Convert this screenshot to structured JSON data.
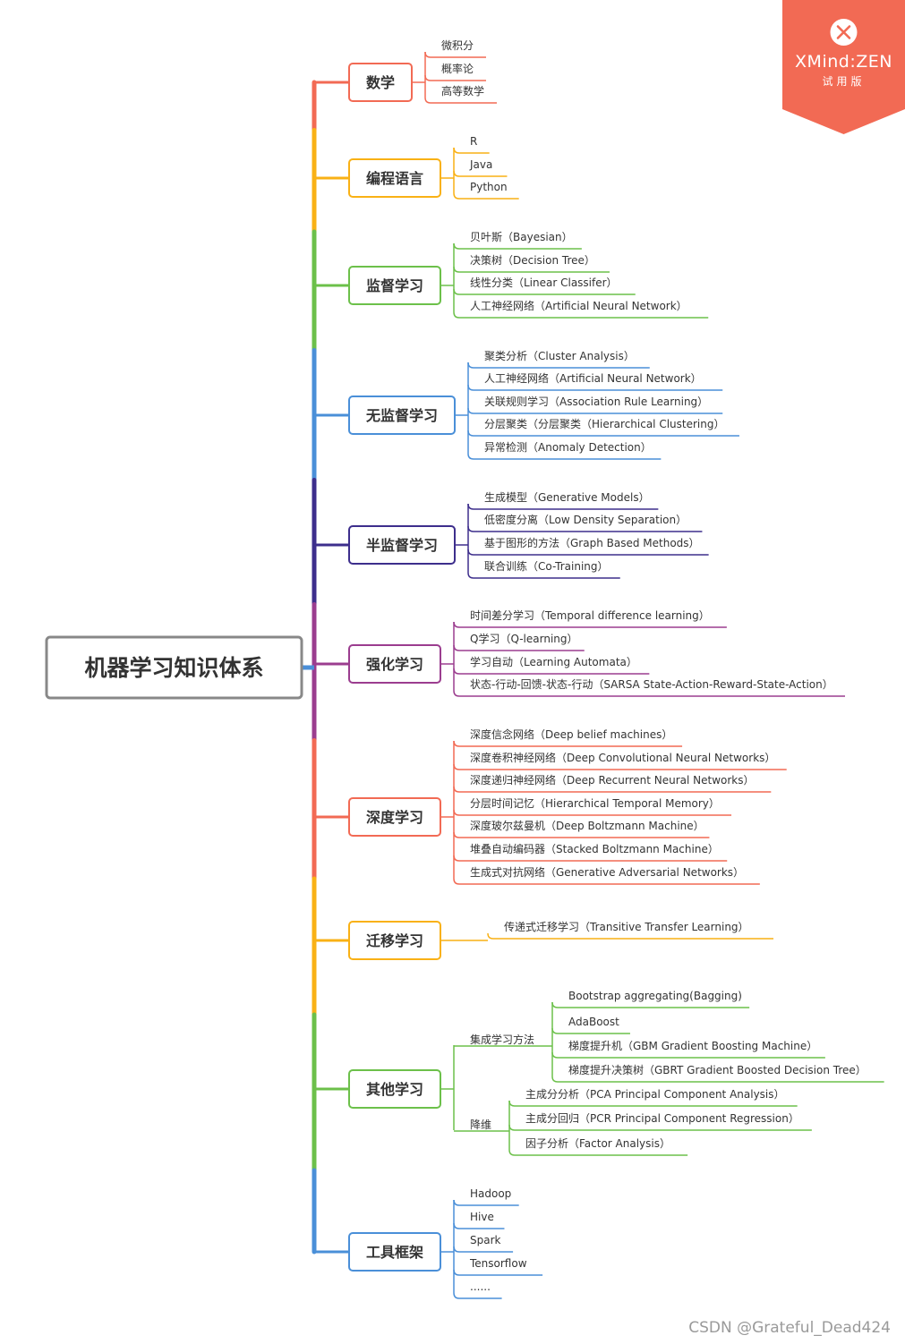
{
  "root": {
    "label": "机器学习知识体系",
    "color": "#888888"
  },
  "branches": [
    {
      "label": "数学",
      "color": "#F26A54",
      "children": [
        "微积分",
        "概率论",
        "高等数学"
      ]
    },
    {
      "label": "编程语言",
      "color": "#F9B115",
      "children": [
        "R",
        "Java",
        "Python"
      ]
    },
    {
      "label": "监督学习",
      "color": "#6CC04A",
      "children": [
        "贝叶斯（Bayesian）",
        "决策树（Decision Tree）",
        "线性分类（Linear Classifer）",
        "人工神经网络（Artificial Neural Network）"
      ]
    },
    {
      "label": "无监督学习",
      "color": "#4A8FD8",
      "children": [
        "聚类分析（Cluster Analysis）",
        "人工神经网络（Artificial Neural Network）",
        "关联规则学习（Association Rule Learning）",
        "分层聚类（分层聚类（Hierarchical Clustering）",
        "异常检测（Anomaly Detection）"
      ]
    },
    {
      "label": "半监督学习",
      "color": "#3D2E8C",
      "children": [
        "生成模型（Generative Models）",
        "低密度分离（Low Density Separation）",
        "基于图形的方法（Graph Based Methods）",
        "联合训练（Co-Training）"
      ]
    },
    {
      "label": "强化学习",
      "color": "#9B3D8F",
      "children": [
        "时间差分学习（Temporal difference learning）",
        "Q学习（Q-learning）",
        "学习自动（Learning Automata）",
        "状态-行动-回馈-状态-行动（SARSA State-Action-Reward-State-Action）"
      ]
    },
    {
      "label": "深度学习",
      "color": "#F26A54",
      "children": [
        "深度信念网络（Deep belief machines）",
        "深度卷积神经网络（Deep Convolutional Neural Networks）",
        "深度递归神经网络（Deep Recurrent Neural Networks）",
        "分层时间记忆（Hierarchical Temporal Memory）",
        "深度玻尔兹曼机（Deep Boltzmann Machine）",
        "堆叠自动编码器（Stacked Boltzmann Machine）",
        "生成式对抗网络（Generative Adversarial Networks）"
      ]
    },
    {
      "label": "迁移学习",
      "color": "#F9B115",
      "children": [
        "传递式迁移学习（Transitive Transfer Learning）"
      ]
    },
    {
      "label": "其他学习",
      "color": "#6CC04A",
      "groups": [
        {
          "label": "集成学习方法",
          "children": [
            "Bootstrap aggregating(Bagging)",
            "AdaBoost",
            "梯度提升机（GBM Gradient Boosting Machine）",
            "梯度提升决策树（GBRT Gradient Boosted Decision Tree）"
          ]
        },
        {
          "label": "降维",
          "children": [
            "主成分分析（PCA Principal Component Analysis）",
            "主成分回归（PCR Principal Component Regression）",
            "因子分析（Factor Analysis）"
          ]
        }
      ]
    },
    {
      "label": "工具框架",
      "color": "#4A8FD8",
      "children": [
        "Hadoop",
        "Hive",
        "Spark",
        "Tensorflow",
        "......"
      ]
    }
  ],
  "watermark": {
    "title": "XMind:ZEN",
    "subtitle": "试用版",
    "color": "#F26A54"
  },
  "credit": "CSDN @Grateful_Dead424"
}
